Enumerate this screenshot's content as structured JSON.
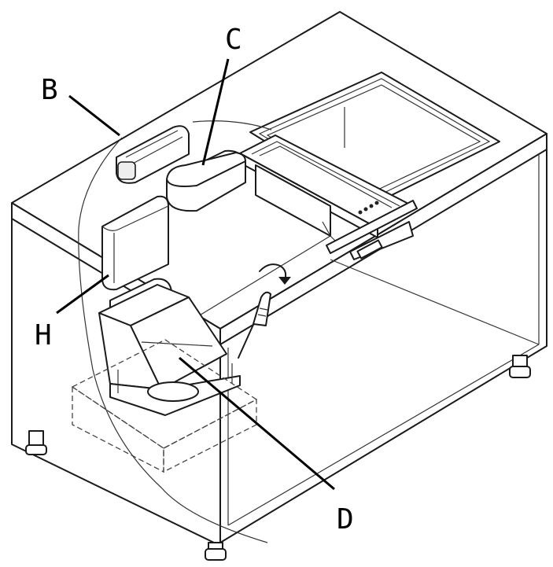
{
  "labels": {
    "B": "B",
    "C": "C",
    "H": "H",
    "D": "D"
  }
}
